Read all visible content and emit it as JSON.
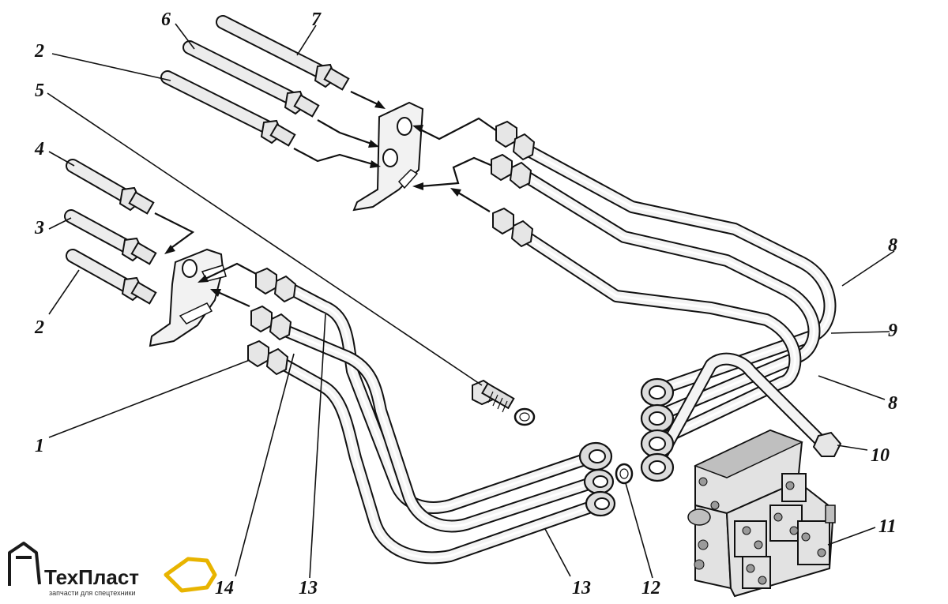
{
  "callouts": {
    "c1": "1",
    "c2a": "2",
    "c2b": "2",
    "c3": "3",
    "c4": "4",
    "c5": "5",
    "c6": "6",
    "c7": "7",
    "c8a": "8",
    "c8b": "8",
    "c9": "9",
    "c10": "10",
    "c11": "11",
    "c12": "12",
    "c13a": "13",
    "c13b": "13",
    "c14": "14"
  },
  "logo": {
    "brand": "ТехПласт",
    "tagline": "запчасти для спецтехники"
  },
  "colors": {
    "line": "#111111",
    "metal": "#e6e6e6",
    "logo_accent": "#e8b400"
  }
}
